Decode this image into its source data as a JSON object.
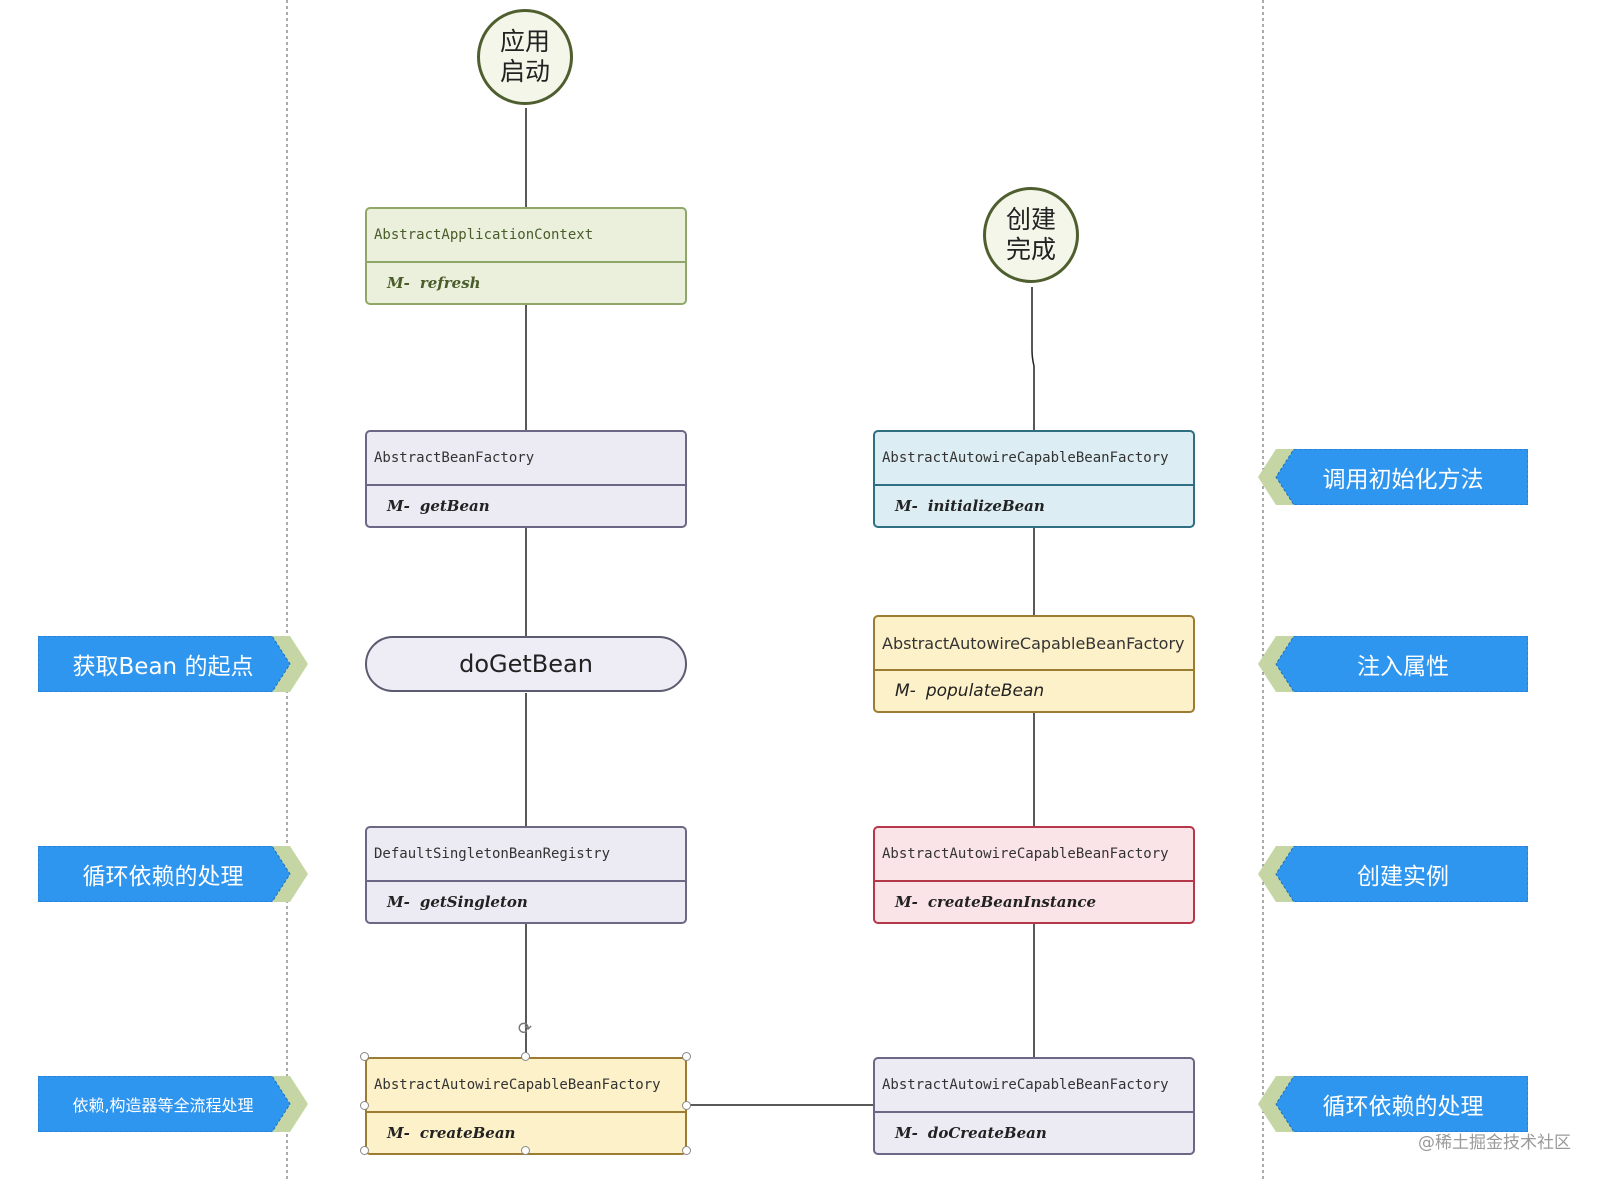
{
  "nodes": {
    "start": "应用\n启动",
    "end": "创建\n完成",
    "refresh": {
      "class": "AbstractApplicationContext",
      "marker": "M-",
      "method": "refresh"
    },
    "getBean": {
      "class": "AbstractBeanFactory",
      "marker": "M-",
      "method": "getBean"
    },
    "doGetBean": "doGetBean",
    "getSingleton": {
      "class": "DefaultSingletonBeanRegistry",
      "marker": "M-",
      "method": "getSingleton"
    },
    "createBean": {
      "class": "AbstractAutowireCapableBeanFactory",
      "marker": "M-",
      "method": "createBean"
    },
    "initializeBean": {
      "class": "AbstractAutowireCapableBeanFactory",
      "marker": "M-",
      "method": "initializeBean"
    },
    "populateBean": {
      "class": "AbstractAutowireCapableBeanFactory",
      "marker": "M-",
      "method": "populateBean"
    },
    "createBeanInstance": {
      "class": "AbstractAutowireCapableBeanFactory",
      "marker": "M-",
      "method": "createBeanInstance"
    },
    "doCreateBean": {
      "class": "AbstractAutowireCapableBeanFactory",
      "marker": "M-",
      "method": "doCreateBean"
    }
  },
  "callouts": {
    "left": [
      "获取Bean 的起点",
      "循环依赖的处理",
      "依赖,构造器等全流程处理"
    ],
    "right": [
      "调用初始化方法",
      "注入属性",
      "创建实例",
      "循环依赖的处理"
    ]
  },
  "colors": {
    "callout_blue": "#2f96f0",
    "callout_tip": "#c5d6a4",
    "connector": "#222222"
  },
  "watermark": "@稀土掘金技术社区"
}
